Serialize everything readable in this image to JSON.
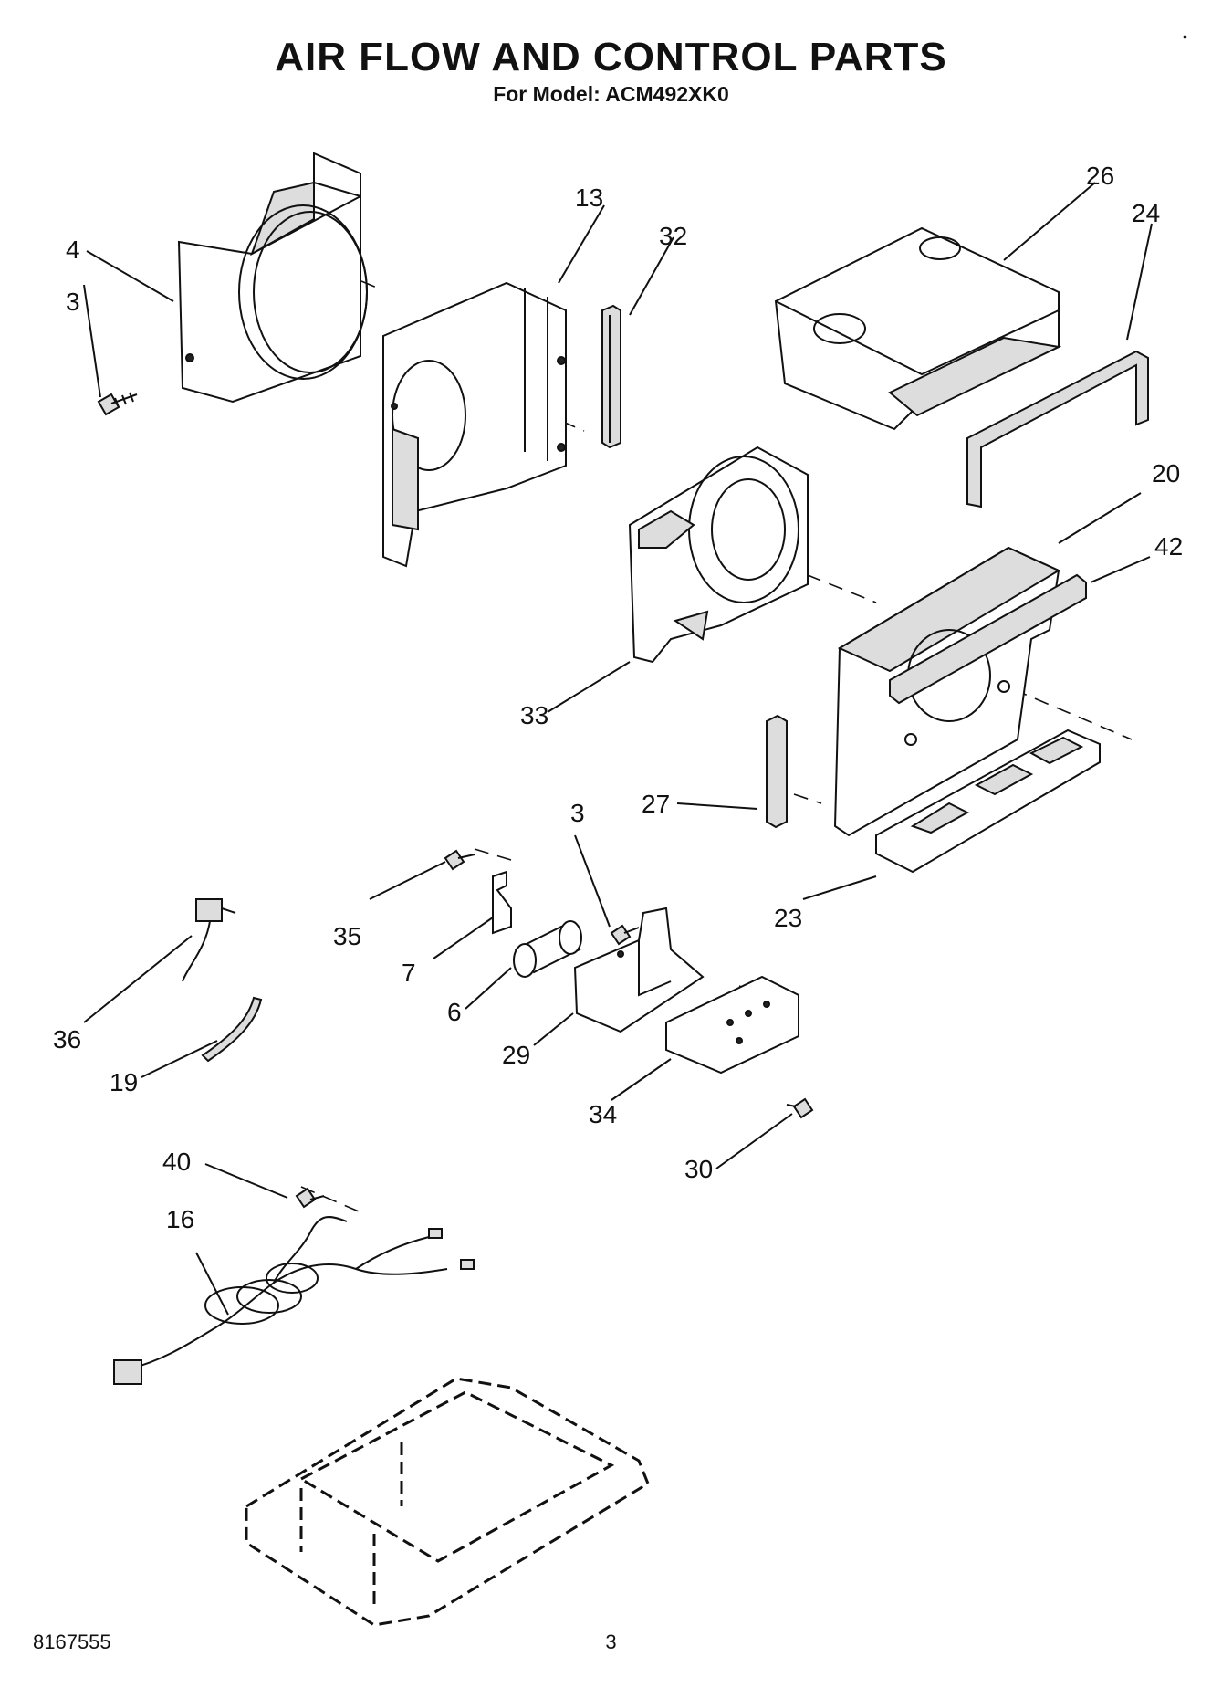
{
  "header": {
    "title": "AIR FLOW AND CONTROL PARTS",
    "subtitle": "For Model: ACM492XK0"
  },
  "diagram": {
    "callouts": [
      {
        "id": "4",
        "label": "4"
      },
      {
        "id": "3a",
        "label": "3"
      },
      {
        "id": "13",
        "label": "13"
      },
      {
        "id": "32",
        "label": "32"
      },
      {
        "id": "26",
        "label": "26"
      },
      {
        "id": "24",
        "label": "24"
      },
      {
        "id": "20",
        "label": "20"
      },
      {
        "id": "42",
        "label": "42"
      },
      {
        "id": "33",
        "label": "33"
      },
      {
        "id": "27",
        "label": "27"
      },
      {
        "id": "3b",
        "label": "3"
      },
      {
        "id": "35",
        "label": "35"
      },
      {
        "id": "7",
        "label": "7"
      },
      {
        "id": "6",
        "label": "6"
      },
      {
        "id": "29",
        "label": "29"
      },
      {
        "id": "34",
        "label": "34"
      },
      {
        "id": "30",
        "label": "30"
      },
      {
        "id": "23",
        "label": "23"
      },
      {
        "id": "36",
        "label": "36"
      },
      {
        "id": "19",
        "label": "19"
      },
      {
        "id": "40",
        "label": "40"
      },
      {
        "id": "16",
        "label": "16"
      }
    ]
  },
  "footer": {
    "doc_number": "8167555",
    "page_number": "3"
  }
}
